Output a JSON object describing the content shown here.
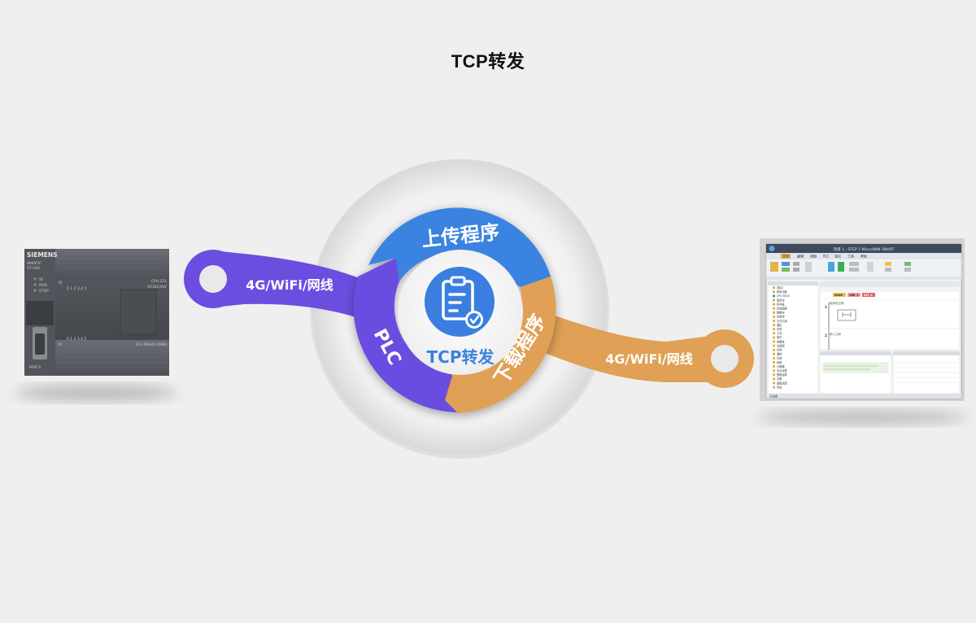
{
  "title": "TCP转发",
  "center_label": "TCP转发",
  "segments": {
    "upload": "上传程序",
    "plc": "PLC",
    "download": "下载程序"
  },
  "links": {
    "left": "4G/WiFi/网线",
    "right": "4G/WiFi/网线"
  },
  "plc_device": {
    "brand": "SIEMENS",
    "model_lines": [
      "SIMATIC",
      "S7-200"
    ],
    "status_leds": [
      "SF",
      "RUN",
      "STOP"
    ],
    "cpu_label": "CPU 221",
    "cpu_sub": "AC/DC/RLY",
    "part_number": "211-0BA22-0XB0",
    "port_label": "PORT 0",
    "row_labels": [
      "0 1 2 3 4 5"
    ],
    "terminal_top": "I0",
    "terminal_bottom": "I0"
  },
  "software_window": {
    "title": "项目 1 - STEP 7-Micro/WIN SMART",
    "menu": [
      "文件",
      "编辑",
      "视图",
      "PLC",
      "调试",
      "工具",
      "帮助"
    ],
    "tabs": [
      "MAIN",
      "SBR_0",
      "INT_0"
    ],
    "tree": [
      "项目1",
      "新增功能",
      "CPU SR20",
      "程序块",
      "符号表",
      "状态图表",
      "数据块",
      "系统块",
      "交叉引用",
      "通信",
      "向导",
      "工具",
      "指令",
      "收藏夹",
      "位逻辑",
      "时钟",
      "通信",
      "比较",
      "转换",
      "计数器",
      "浮点运算",
      "整数运算",
      "中断",
      "逻辑运算",
      "传送"
    ],
    "network_labels": [
      "程序段注释",
      "输入注释"
    ],
    "status_bar": "已连接"
  },
  "colors": {
    "upload": "#3b83e0",
    "plc": "#6b4ee0",
    "download": "#e0a055",
    "center_icon": "#3a7fe0",
    "center_text": "#3a7fe0",
    "ring_outer": "#ffffff"
  }
}
